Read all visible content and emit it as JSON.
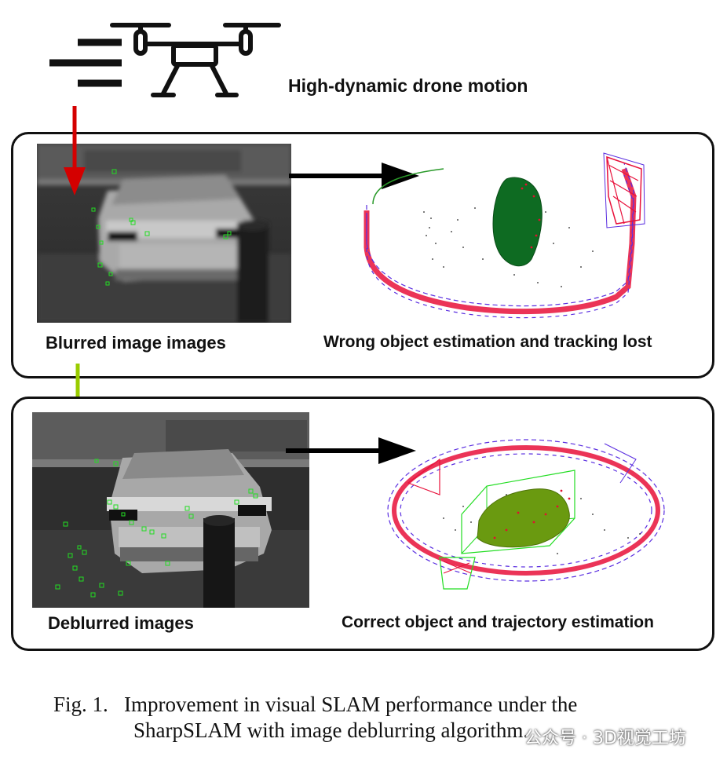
{
  "header": {
    "motion_label": "High-dynamic drone motion"
  },
  "top_panel": {
    "image_label": "Blurred image images",
    "result_label": "Wrong object estimation and tracking lost"
  },
  "bottom_panel": {
    "image_label": "Deblurred images",
    "result_label": "Correct object and trajectory estimation"
  },
  "caption": {
    "line1": "Fig. 1.   Improvement in visual SLAM performance under the",
    "line2": "SharpSLAM with image deblurring algorithm."
  },
  "watermark": {
    "text": "公众号 · 3D视觉工坊"
  },
  "colors": {
    "down_arrow_top": "#d40000",
    "down_arrow_bottom": "#99cc00",
    "trajectory_red": "#e8103a",
    "trajectory_blue": "#5a2ee0",
    "object_wrong": "#0e6b22",
    "object_correct": "#6a9a10",
    "keypoint_green": "#22dd22"
  },
  "icons": [
    "drone-icon",
    "motion-lines-icon"
  ]
}
